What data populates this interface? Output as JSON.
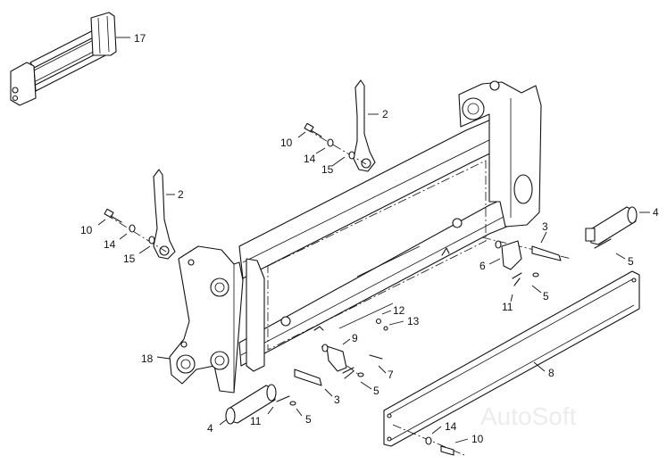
{
  "watermark": "AutoSoft",
  "callouts": {
    "c17": "17",
    "c2a": "2",
    "c10a": "10",
    "c14a": "14",
    "c15a": "15",
    "c2b": "2",
    "c10b": "10",
    "c14b": "14",
    "c15b": "15",
    "c4a": "4",
    "c3a": "3",
    "c5a": "5",
    "c6": "6",
    "c5b": "5",
    "c11a": "11",
    "c12": "12",
    "c13": "13",
    "c9": "9",
    "c7": "7",
    "c18": "18",
    "c8": "8",
    "c5c": "5",
    "c3b": "3",
    "c11b": "11",
    "c5d": "5",
    "c4b": "4",
    "c14c": "14",
    "c10c": "10"
  }
}
